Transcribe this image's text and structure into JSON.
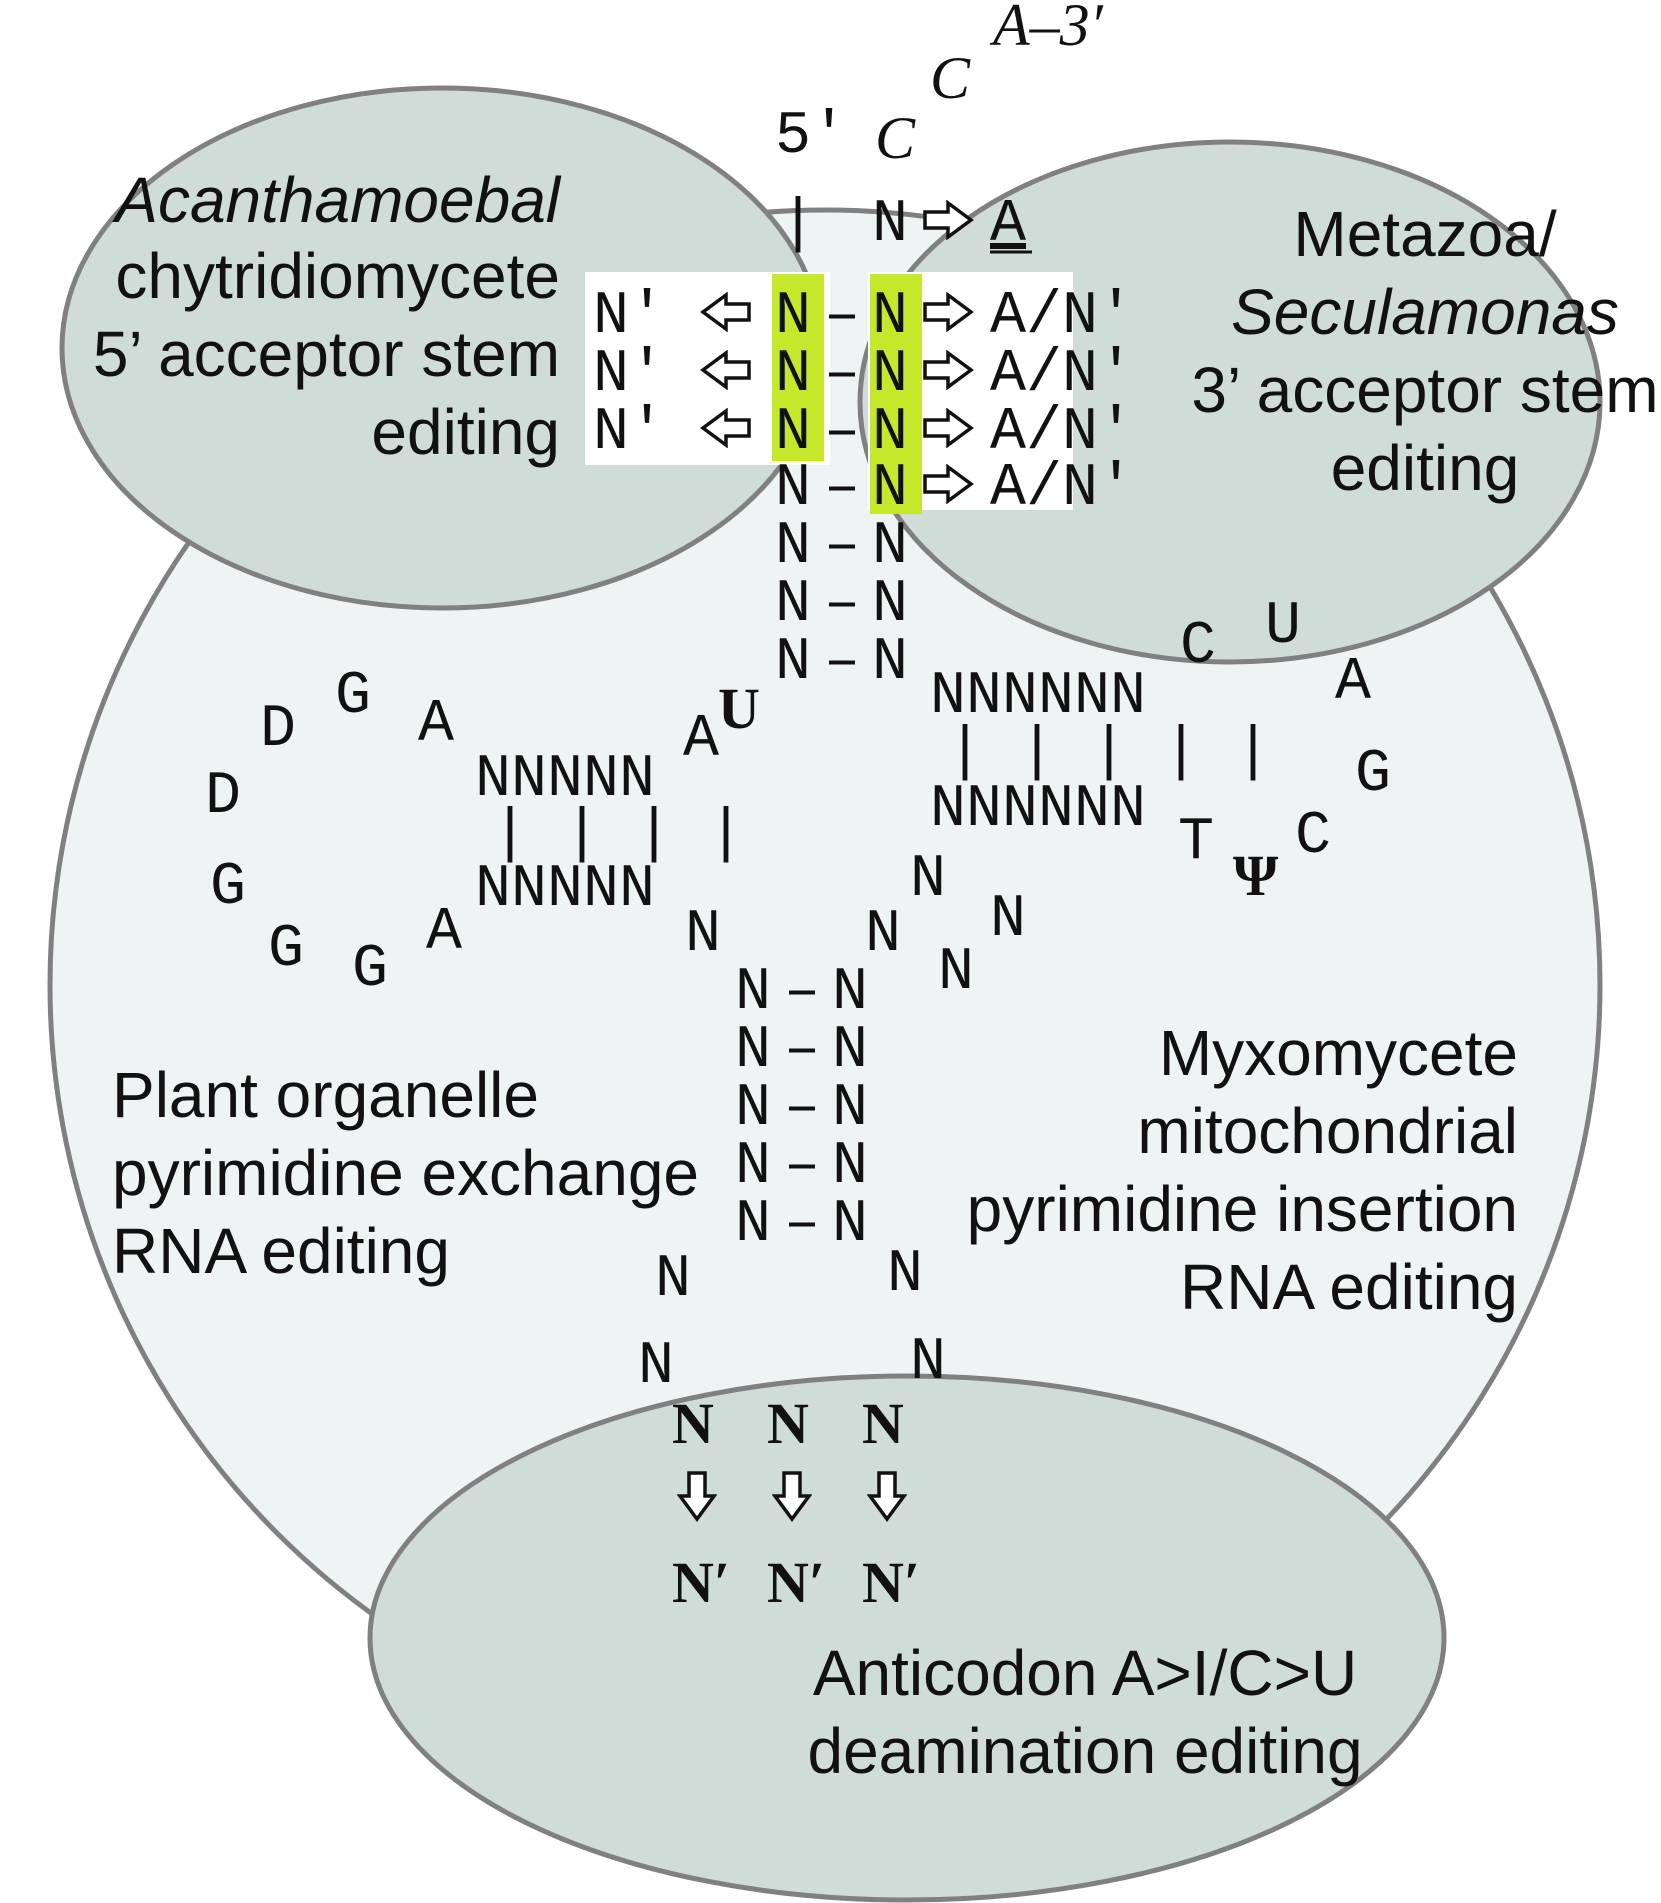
{
  "colors": {
    "big_circle_fill": "#eef4f4",
    "ellipse_fill": "#d0dcd8",
    "outline": "#808080",
    "highlight": "#c5e82a"
  },
  "labels": {
    "acanth_italic": "Acanthamoebal",
    "acanth_line2": "chytridiomycete",
    "acanth_line3": "5’ acceptor stem",
    "acanth_line4": "editing",
    "meta_line1": "Metazoa/",
    "meta_italic": "Seculamonas",
    "meta_line3": "3’ acceptor stem",
    "meta_line4": "editing",
    "plant_line1": "Plant organelle",
    "plant_line2": "pyrimidine exchange",
    "plant_line3": "RNA editing",
    "myxo_line1": "Myxomycete",
    "myxo_line2": "mitochondrial",
    "myxo_line3": "pyrimidine insertion",
    "myxo_line4": "RNA editing",
    "antic_line1": "Anticodon A>I/C>U",
    "antic_line2": "deamination editing"
  },
  "trna": {
    "five_prime": "5′",
    "cca_c1": "C",
    "cca_c2": "C",
    "three_prime_end": "A–3′",
    "bar": "|",
    "n": "N",
    "n_prime": "N′",
    "a": "A",
    "a_n_prime": "A/N′",
    "dash": "–",
    "u_bold": "U",
    "psi": "Ψ",
    "row5": "NNNNN",
    "row6": "NNNNNN",
    "bars4": "| | | |",
    "bars6": "| | | | |",
    "d_loop": [
      "A",
      "G",
      "D",
      "D",
      "G",
      "G",
      "G",
      "A"
    ],
    "t_loop": [
      "C",
      "U",
      "A",
      "G",
      "C",
      "Ψ",
      "T"
    ],
    "variable_loop": [
      "N",
      "N",
      "N",
      "N"
    ],
    "anticodon_top": [
      "N",
      "N",
      "N"
    ],
    "anticodon_bottom": [
      "N′",
      "N′",
      "N′"
    ]
  }
}
